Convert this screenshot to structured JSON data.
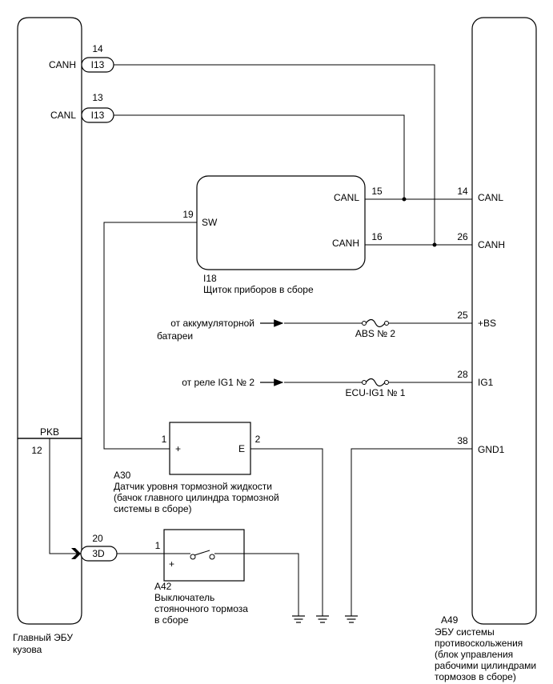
{
  "left_ecu": {
    "caption_lines": [
      "Главный ЭБУ",
      "кузова"
    ],
    "pins": {
      "canh": {
        "name": "CANH",
        "pin": "14",
        "connector": "I13"
      },
      "canl": {
        "name": "CANL",
        "pin": "13",
        "connector": "I13"
      },
      "pkb": {
        "name": "PKB",
        "pin": "12"
      }
    },
    "out_connector": {
      "pin": "20",
      "connector": "3D"
    }
  },
  "right_ecu": {
    "code": "A49",
    "caption_lines": [
      "ЭБУ системы",
      "противоскольжения",
      "(блок управления",
      "рабочими цилиндрами",
      "тормозов в сборе)"
    ],
    "pins": {
      "canl": {
        "name": "CANL",
        "pin": "14"
      },
      "canh": {
        "name": "CANH",
        "pin": "26"
      },
      "bs": {
        "name": "+BS",
        "pin": "25"
      },
      "ig1": {
        "name": "IG1",
        "pin": "28"
      },
      "gnd1": {
        "name": "GND1",
        "pin": "38"
      }
    }
  },
  "combination_meter": {
    "code": "I18",
    "caption": "Щиток приборов в сборе",
    "pins": {
      "sw": {
        "name": "SW",
        "pin": "19"
      },
      "canl": {
        "name": "CANL",
        "pin": "15"
      },
      "canh": {
        "name": "CANH",
        "pin": "16"
      }
    }
  },
  "battery_feed": {
    "from_lines": [
      "от аккумуляторной",
      "батареи"
    ],
    "fuse": "ABS № 2"
  },
  "ig_feed": {
    "from": "от реле IG1 № 2",
    "fuse": "ECU-IG1 № 1"
  },
  "fluid_sensor": {
    "code": "A30",
    "caption_lines": [
      "Датчик уровня тормозной жидкости",
      "(бачок главного цилиндра тормозной",
      "системы в сборе)"
    ],
    "pin_plus": "1",
    "plus_sign": "+",
    "pin_e": "2",
    "e_label": "E"
  },
  "parking_switch": {
    "code": "A42",
    "caption_lines": [
      "Выключатель",
      "стояночного тормоза",
      "в сборе"
    ],
    "pin": "1",
    "plus_sign": "+"
  }
}
